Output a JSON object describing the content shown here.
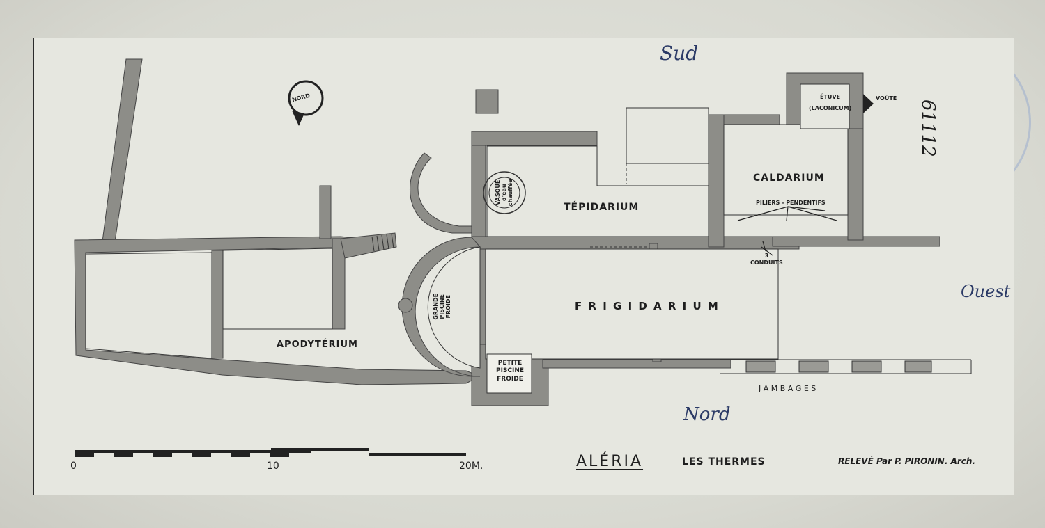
{
  "title": "ALÉRIA",
  "subtitle": "LES THERMES",
  "credit": "RELEVÉ Par P. PIRONIN. Arch.",
  "rooms": {
    "tepidarium": "TÉPIDARIUM",
    "caldarium": "CALDARIUM",
    "frigidarium": "F R I G I D A R I U M",
    "apodyterium": "APODYTÉRIUM",
    "grande_piscine": [
      "GRANDE",
      "PISCINE",
      "FROIDE"
    ],
    "petite_piscine": [
      "PETITE",
      "PISCINE",
      "FROIDE"
    ],
    "vasque": [
      "VASQUE",
      "d'eau",
      "chauffée"
    ],
    "etuve": "ÉTUVE",
    "laconicum": "(LACONICUM)",
    "voute": "VOÛTE",
    "piliers": "PILIERS - PENDENTIFS",
    "conduits": [
      "3",
      "CONDUITS"
    ],
    "jambages": "J A M B A G E S"
  },
  "scale": {
    "labels": [
      "0",
      "10",
      "20M."
    ]
  },
  "annotations": {
    "sud": "Sud",
    "nord": "Nord",
    "ouest": "Ouest",
    "inventory": "61112"
  },
  "compass": {
    "label": "NORD"
  }
}
